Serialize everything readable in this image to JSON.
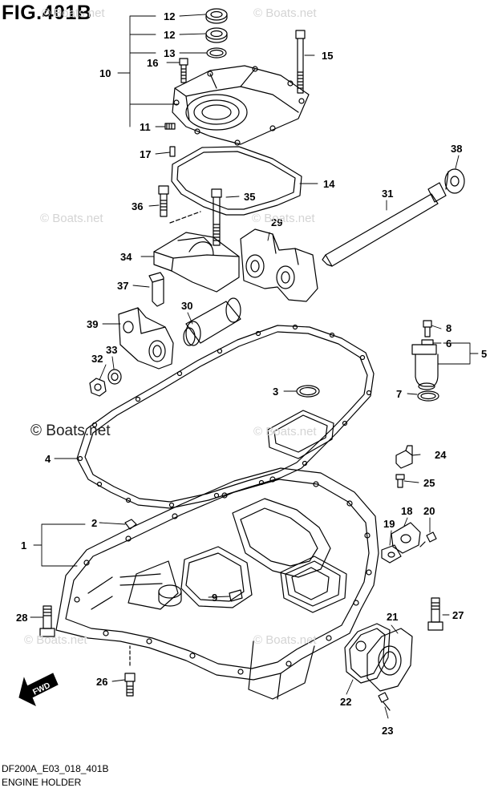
{
  "figure": {
    "title": "FIG.401B",
    "code": "DF200A_E03_018_401B",
    "name": "ENGINE HOLDER"
  },
  "copyright": "© Boats.net",
  "watermark": "© Boats.net",
  "fwd_label": "FWD",
  "callouts": [
    "1",
    "2",
    "3",
    "4",
    "5",
    "6",
    "7",
    "8",
    "9",
    "10",
    "11",
    "12",
    "13",
    "14",
    "15",
    "16",
    "17",
    "18",
    "19",
    "20",
    "21",
    "22",
    "23",
    "24",
    "25",
    "26",
    "27",
    "28",
    "29",
    "30",
    "31",
    "32",
    "33",
    "34",
    "35",
    "36",
    "37",
    "38",
    "39"
  ]
}
